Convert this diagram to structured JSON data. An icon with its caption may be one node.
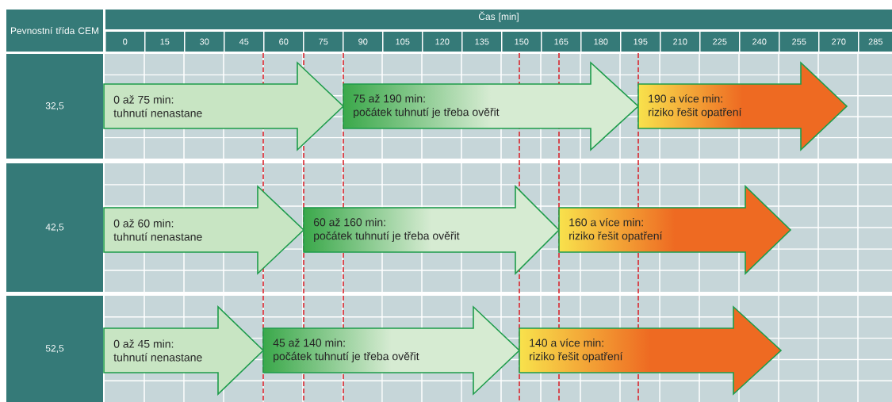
{
  "diagram": {
    "nodes": [
      {
        "text": [
          "Pevnostní třída CEM"
        ]
      },
      {
        "text": [
          "Čas [min]"
        ]
      },
      {
        "text": [
          "32,5"
        ]
      },
      {
        "text": [
          "42,5"
        ]
      },
      {
        "text": [
          "52,5"
        ]
      },
      {
        "text": [
          "0 až 75 min:",
          "tuhnutí nenastane"
        ]
      },
      {
        "text": [
          "75 až 190 min:",
          "počátek tuhnutí je třeba ověřit"
        ]
      },
      {
        "text": [
          "190 a více min:",
          "riziko řešit opatření"
        ]
      },
      {
        "text": [
          "0 až 60 min:",
          "tuhnutí nenastane"
        ]
      },
      {
        "text": [
          "60 až 160 min:",
          "počátek tuhnutí je třeba ověřit"
        ]
      },
      {
        "text": [
          "160 a více min:",
          "riziko řešit opatření"
        ]
      },
      {
        "text": [
          "0 až 45 min:",
          "tuhnutí nenastane"
        ]
      },
      {
        "text": [
          "45 až 140 min:",
          "počátek tuhnutí je třeba ověřit"
        ]
      },
      {
        "text": [
          "140 a více min:",
          "riziko řešit opatření"
        ]
      }
    ],
    "labels": [
      "0",
      "15",
      "30",
      "45",
      "60",
      "75",
      "90",
      "105",
      "120",
      "135",
      "150",
      "165",
      "180",
      "195",
      "210",
      "225",
      "240",
      "255",
      "270",
      "285"
    ]
  }
}
